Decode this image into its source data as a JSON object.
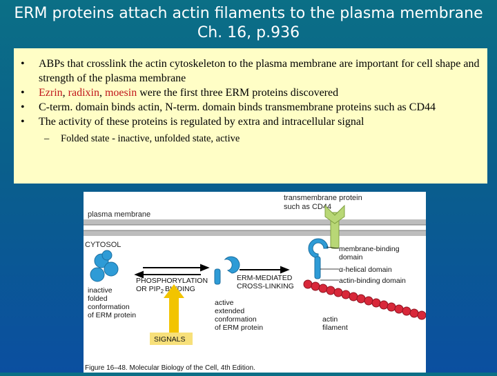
{
  "title": "ERM proteins attach actin filaments to the plasma membrane Ch. 16, p.936",
  "bullets": [
    {
      "text": "ABPs that crosslink the actin cytoskeleton to the plasma membrane are important for cell shape and strength of the plasma membrane"
    },
    {
      "ezrin": "Ezrin",
      "sep1": ", ",
      "radixin": "radixin",
      "sep2": ", ",
      "moesin": "moesin",
      "rest": " were the first three ERM proteins discovered"
    },
    {
      "text": "C-term. domain binds actin, N-term. domain binds transmembrane proteins such as CD44"
    },
    {
      "text": "The activity of these proteins is regulated by extra and intracellular signal"
    }
  ],
  "sub_bullet": "Folded state - inactive, unfolded state, active",
  "bullet_glyph": "•",
  "dash_glyph": "–",
  "figure": {
    "transmembrane_label_1": "transmembrane protein",
    "transmembrane_label_2": "such as CD44",
    "plasma_membrane": "plasma membrane",
    "cytosol": "CYTOSOL",
    "phos_1": "PHOSPHORYLATION",
    "phos_2": "OR PIP",
    "phos_2b": "BINDING",
    "phos_sub": "2",
    "erm_1": "ERM-MEDIATED",
    "erm_2": "CROSS-LINKING",
    "inactive": [
      "inactive",
      "folded",
      "conformation",
      "of ERM protein"
    ],
    "active": [
      "active",
      "extended",
      "conformation",
      "of ERM protein"
    ],
    "membrane_binding_1": "membrane-binding",
    "membrane_binding_2": "domain",
    "helical": "α-helical domain",
    "actin_binding": "actin-binding domain",
    "actin_filament": [
      "actin",
      "filament"
    ],
    "signals": "SIGNALS",
    "caption": "Figure 16–48. Molecular Biology of the Cell, 4th Edition.",
    "colors": {
      "membrane": "#bdbdbd",
      "protein": "#2e9bd6",
      "cd44": "#b8d776",
      "actin": "#d8283a",
      "signal_arrow": "#f2c400",
      "signals_box": "#f7e07a"
    }
  }
}
